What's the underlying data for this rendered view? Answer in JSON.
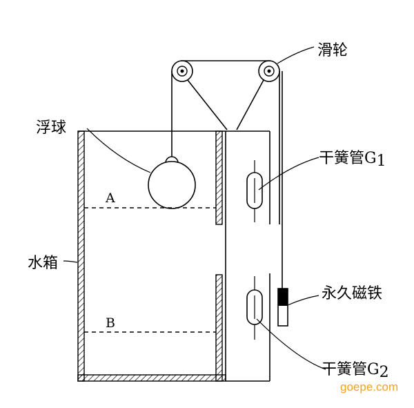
{
  "labels": {
    "pulley": "滑轮",
    "float_ball": "浮球",
    "reed_g1_prefix": "干簧管",
    "reed_g1_letter": "G",
    "reed_g1_sub": "1",
    "tank": "水箱",
    "magnet": "永久磁铁",
    "reed_g2_prefix": "干簧管",
    "reed_g2_letter": "G",
    "reed_g2_sub": "2",
    "level_a": "A",
    "level_b": "B",
    "watermark": "goepe.com"
  },
  "colors": {
    "line": "#000000",
    "watermark": "#f2a31b"
  }
}
